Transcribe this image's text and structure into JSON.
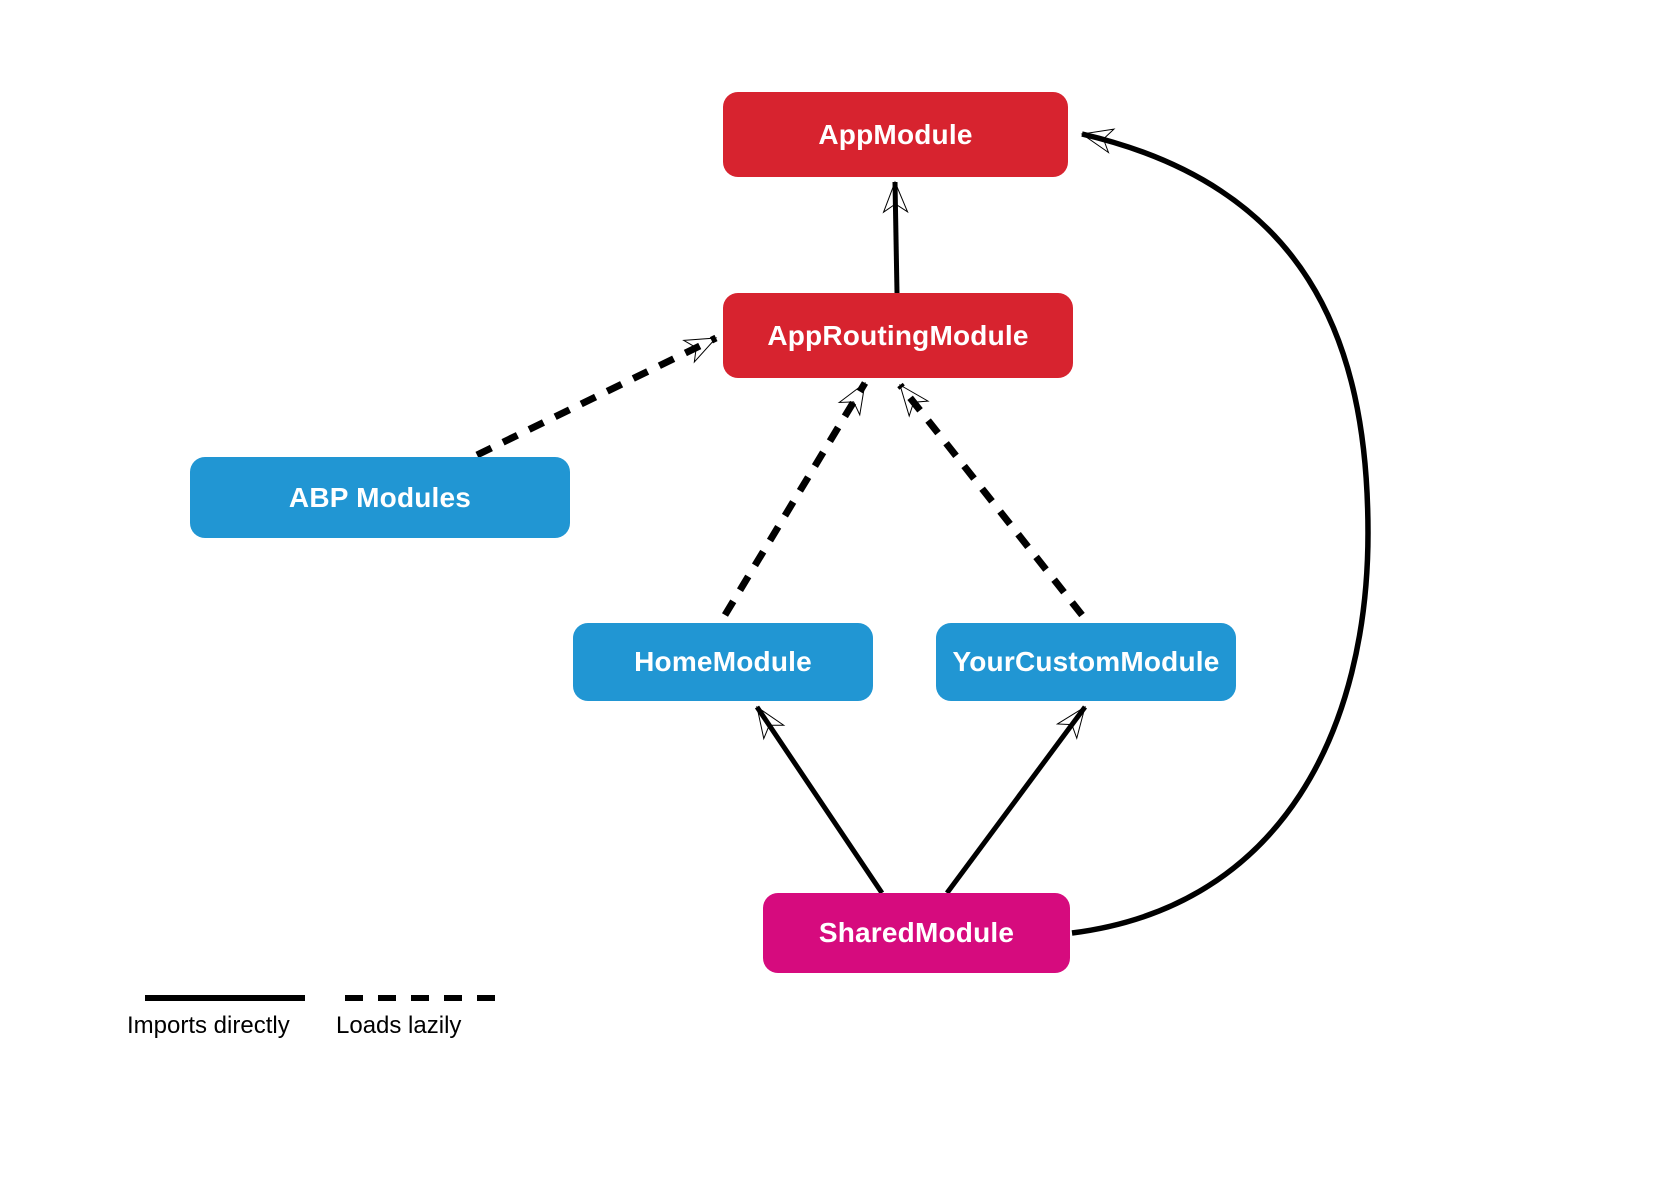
{
  "diagram": {
    "description": "Angular module dependency diagram"
  },
  "colors": {
    "red": "#d7232f",
    "blue": "#2196d3",
    "magenta": "#d60b7e",
    "line": "#000000",
    "background": "#ffffff",
    "text_on_box": "#ffffff",
    "legend_text": "#000000"
  },
  "nodes": [
    {
      "id": "app-module",
      "label": "AppModule",
      "color": "red"
    },
    {
      "id": "app-routing-module",
      "label": "AppRoutingModule",
      "color": "red"
    },
    {
      "id": "abp-modules",
      "label": "ABP Modules",
      "color": "blue"
    },
    {
      "id": "home-module",
      "label": "HomeModule",
      "color": "blue"
    },
    {
      "id": "your-custom-module",
      "label": "YourCustomModule",
      "color": "blue"
    },
    {
      "id": "shared-module",
      "label": "SharedModule",
      "color": "magenta"
    }
  ],
  "edges": [
    {
      "from": "AppRoutingModule",
      "to": "AppModule",
      "style": "solid",
      "meaning": "Imports directly"
    },
    {
      "from": "ABP Modules",
      "to": "AppRoutingModule",
      "style": "dashed",
      "meaning": "Loads lazily"
    },
    {
      "from": "HomeModule",
      "to": "AppRoutingModule",
      "style": "dashed",
      "meaning": "Loads lazily"
    },
    {
      "from": "YourCustomModule",
      "to": "AppRoutingModule",
      "style": "dashed",
      "meaning": "Loads lazily"
    },
    {
      "from": "SharedModule",
      "to": "HomeModule",
      "style": "solid",
      "meaning": "Imports directly"
    },
    {
      "from": "SharedModule",
      "to": "YourCustomModule",
      "style": "solid",
      "meaning": "Imports directly"
    },
    {
      "from": "SharedModule",
      "to": "AppModule",
      "style": "solid",
      "meaning": "Imports directly"
    }
  ],
  "legend": {
    "imports_directly": "Imports directly",
    "loads_lazily": "Loads lazily"
  }
}
